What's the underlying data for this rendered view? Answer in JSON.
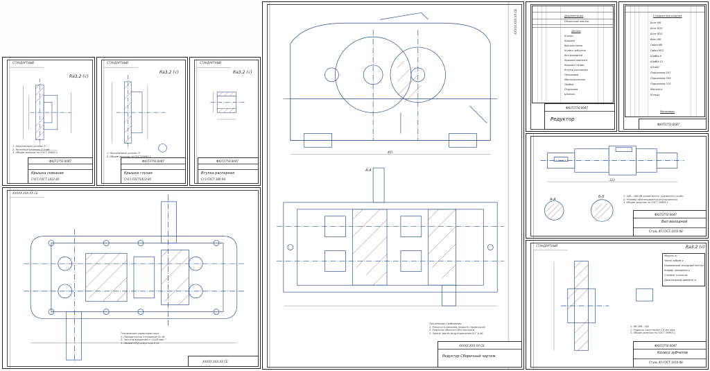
{
  "sheets": {
    "cover": {
      "title": "Крышка сквозная",
      "material": "СЧ15 ГОСТ 1412-85",
      "code": "ФЮ73750.0047",
      "roughness": "Ra3,2 (√)",
      "notes": "1. Неуказанные уклоны 3°\n2. Литейные радиусы 2-3 мм\n3. Общие допуски по ГОСТ 30893.1",
      "format": "СТАНДАРТНЫЙ"
    },
    "blind": {
      "title": "Крышка глухая",
      "material": "СЧ15 ГОСТ1412-85",
      "code": "ФЮ73750.0047",
      "roughness": "Ra3,2 (√)",
      "notes": "1. Неуказанные уклоны 3°\n2. Общие допуски по ГОСТ30893.1",
      "format": "СТАНДАРТНЫЙ"
    },
    "bushing": {
      "title": "Втулка распорная",
      "material": "Ст3 ГОСТ 380-94",
      "code": "ФЮ73750.0047",
      "roughness": "Ra3,2 (√)",
      "format": "СТАНДАРТНЫЙ"
    },
    "assembly": {
      "title": "Редуктор Сборочный чертеж",
      "code": "ХХХХХ.ХХХ.ХХ СБ",
      "section": "А-А",
      "notes": "Технические требования\n1. Плоскость разъема покрыть герметиком\n2. Редуктор обкатать без нагрузки\n3. Залить масло индустриальное И-Г-А-46",
      "tag": "ХХХХХ.ХХХ.ХХ СБ",
      "dim": "465"
    },
    "top_view": {
      "code": "ХХХХХ.ХХХ.ХХ СБ",
      "tag": "ХХХХХ.ХХХ.ХХ СБ",
      "notes": "Технические характеристики\n1. Передаточное отношение u=16\n2. Частота вращения n=1440 мин⁻¹\n3. Общий КПД редуктора 0,94"
    },
    "spec1": {
      "title": "Редуктор",
      "code": "ФЮ73750.0047",
      "sections": [
        "Документация",
        "Детали"
      ],
      "items": [
        "Сборочный чертеж",
        "Корпус",
        "Крышка",
        "Вал-шестерня",
        "Колесо зубчатое",
        "Вал выходной",
        "Крышка сквозная",
        "Крышка глухая",
        "Втулка распорная",
        "Прокладка",
        "Маслоуказатель",
        "Пробка",
        "Отдушина",
        "Шпонка"
      ]
    },
    "spec2": {
      "code": "ФЮ73750.0047",
      "sections": [
        "Стандартные изделия",
        "Материалы"
      ],
      "items": [
        "Болт М8",
        "Болт М10",
        "Болт М12",
        "Винт М6",
        "Гайка М8",
        "Гайка М12",
        "Шайба 8",
        "Шайба 12",
        "Штифт",
        "Подшипник 207",
        "Подшипник 208",
        "Подшипник 310",
        "Манжета",
        "Кольцо"
      ]
    },
    "shaft": {
      "title": "Вал выходной",
      "material": "Сталь 45 ГОСТ 1050-88",
      "code": "ФЮ73750.0047",
      "section_a": "А-А",
      "section_b": "Б-Б",
      "notes": "1. 240...280 НВ кроме места, указанного особо\n2. *Размер обеспечивается инструментом\n3. Общие допуски по ГОСТ 30893.1",
      "dim": "323"
    },
    "gear": {
      "title": "Колесо зубчатое",
      "material": "Сталь 45 ГОСТ 1050-88",
      "code": "ФЮ73750.0047",
      "roughness": "Ra3,2 (√)",
      "notes": "1. НВ 269...302\n2. Радиусы скруглений 1,6 мм max\n3. Общие допуски по ГОСТ 30893.1",
      "params": [
        "Модуль m",
        "Число зубьев z",
        "Нормальный исходный контур",
        "Коэфф. смещения x",
        "Степень точности",
        "Делительный диаметр d"
      ],
      "format": "СТАНДАРТНЫЙ"
    }
  },
  "colors": {
    "drawing": "#3a5fa8",
    "hatch": "#8c2a2a",
    "line": "#222222"
  }
}
